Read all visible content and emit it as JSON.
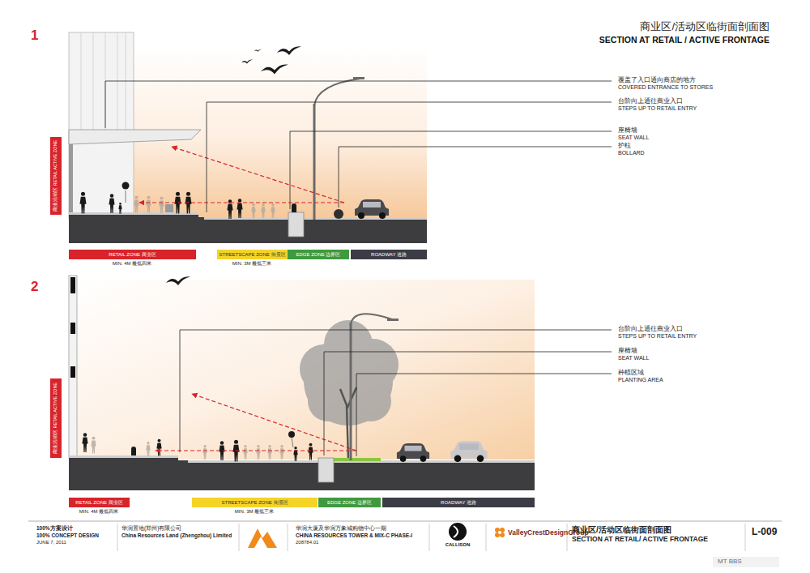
{
  "diagram": {
    "title": "商业区/活动区临街面剖面图",
    "nodes": [
      {
        "text": [
          "商业活动区 RETAIL ACTIVE ZONE"
        ]
      },
      {
        "text": [
          "RETAIL ZONE 商业区"
        ]
      },
      {
        "text": [
          "STREETSCAPE ZONE 街景区"
        ]
      },
      {
        "text": [
          "EDGE ZONE 边界区"
        ]
      },
      {
        "text": [
          "ROADWAY 道路"
        ]
      },
      {
        "text": [
          "商业活动区 RETAIL ACTIVE ZONE"
        ]
      },
      {
        "text": [
          "RETAIL ZONE 商业区"
        ]
      },
      {
        "text": [
          "STREETSCAPE ZONE 街景区"
        ]
      },
      {
        "text": [
          "EDGE ZONE 边界区"
        ]
      },
      {
        "text": [
          "ROADWAY 道路"
        ]
      }
    ],
    "labels": [
      "1",
      "SECTION AT RETAIL / ACTIVE FRONTAGE",
      "覆盖了入口通向商店的地方",
      "COVERED ENTRANCE TO STORES",
      "台阶向上通往商业入口",
      "STEPS UP TO RETAIL ENTRY",
      "座椅墙",
      "SEAT WALL",
      "护柱",
      "BOLLARD",
      "MIN. 4M 最低四米",
      "MIN. 3M 最低三米",
      "2",
      "台阶向上通往商业入口",
      "STEPS UP TO RETAIL ENTRY",
      "座椅墙",
      "SEAT WALL",
      "种植区域",
      "PLANTING AREA",
      "MIN. 4M 最低四米",
      "MIN. 3M 最低三米",
      "100%方案设计",
      "100% CONCEPT DESIGN",
      "JUNE 7, 2011",
      "华润置地(郑州)有限公司",
      "China Resources Land (Zhengzhou) Limited",
      "华润大厦及华润万象城购物中心一期",
      "CHINA RESOURCES TOWER & MIX-C PHASE-I",
      "208784.01",
      "CALLISON",
      "ValleyCrestDesignGroup",
      "商业区/活动区临街面剖面图",
      "SECTION AT RETAIL/ ACTIVE FRONTAGE",
      "L-009",
      "MT BBS"
    ]
  }
}
